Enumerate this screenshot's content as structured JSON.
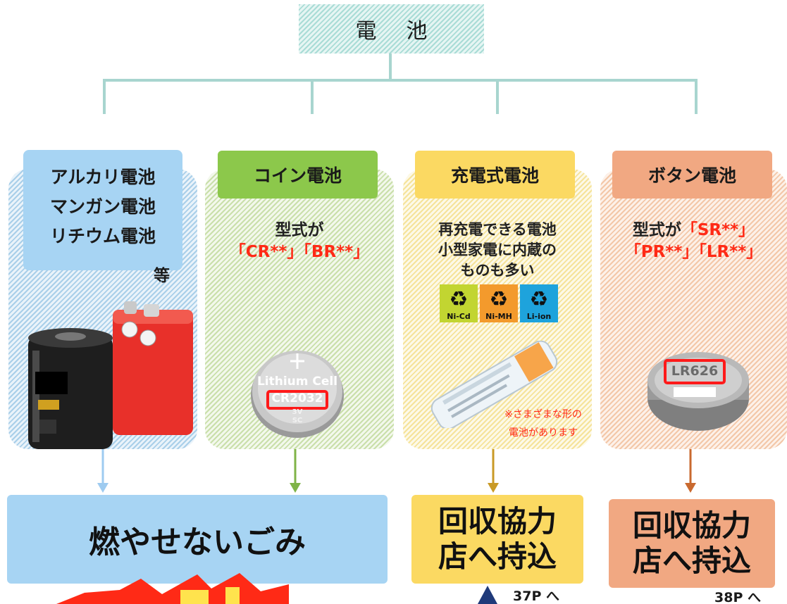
{
  "root": {
    "label": "電池"
  },
  "categories": [
    {
      "id": "alkaline",
      "header_lines": [
        "アルカリ電池",
        "マンガン電池",
        "リチウム電池"
      ],
      "etc": "等",
      "destination": "燃やせないごみ"
    },
    {
      "id": "coin",
      "header": "コイン電池",
      "desc_line1": "型式が",
      "desc_line2": "「CR**」「BR**」",
      "photo_text_1": "Lithium Cell",
      "photo_text_2": "CR2032",
      "photo_text_3": "3V",
      "photo_text_4": "SC"
    },
    {
      "id": "rechargeable",
      "header": "充電式電池",
      "desc_lines": [
        "再充電できる電池",
        "小型家電に内蔵の",
        "ものも多い"
      ],
      "recycle_marks": [
        "Ni-Cd",
        "Ni-MH",
        "Li-ion"
      ],
      "note_lines": [
        "※さまざまな形の",
        "電池があります"
      ],
      "destination_lines": [
        "回収協力",
        "店へ持込"
      ],
      "page_ref": "37P へ"
    },
    {
      "id": "button",
      "header": "ボタン電池",
      "desc_line1_prefix": "型式が",
      "desc_line1_red": "「SR**」",
      "desc_line2": "「PR**」「LR**」",
      "photo_text": "LR626",
      "destination_lines": [
        "回収協力",
        "店へ持込"
      ],
      "page_ref": "38P へ"
    }
  ],
  "colors": {
    "alkaline": "#a7d4f3",
    "coin": "#8cc84b",
    "rechargeable": "#fbd962",
    "button": "#f1a882",
    "highlight_red": "#ff2a16"
  },
  "icons": [
    "recycle-icon",
    "arrow-down-icon",
    "triangle-up-icon"
  ]
}
